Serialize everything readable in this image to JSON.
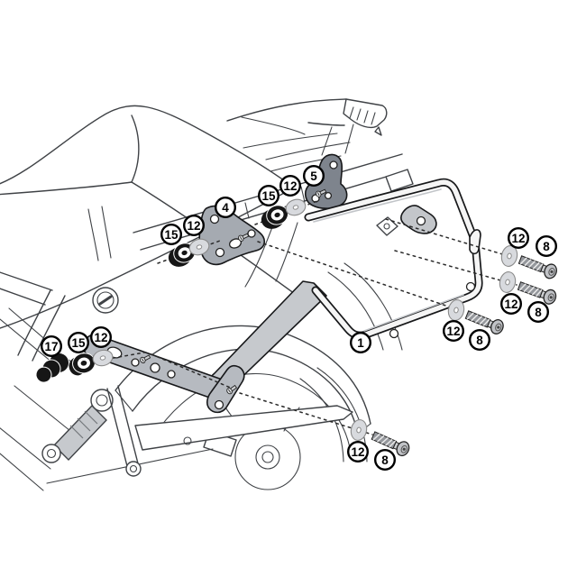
{
  "figure": {
    "description": "Exploded installation diagram: motorcycle side-case rack with numbered fastener callouts"
  },
  "colors": {
    "background": "#ffffff",
    "line": "#3f4246",
    "outline": "#17181a",
    "dash": "#2a2a2a",
    "rack_fill": "#f5f5f5",
    "plate_light": "#b6bac0",
    "plate_mid": "#a5aab1",
    "plate_dark": "#7e848d",
    "washer": "#d8dade",
    "rubber": "#161616",
    "bolt_shaft": "#94979c",
    "bolt_head": "#c0c2c6",
    "metal_shade": "#c6c9cd"
  },
  "callouts": [
    {
      "label": "17",
      "points_to": "end-cap"
    },
    {
      "label": "15",
      "points_to": "rubber-grommet"
    },
    {
      "label": "12",
      "points_to": "washer"
    },
    {
      "label": "15",
      "points_to": "rubber-grommet"
    },
    {
      "label": "12",
      "points_to": "washer"
    },
    {
      "label": "4",
      "points_to": "mounting-plate-front"
    },
    {
      "label": "15",
      "points_to": "rubber-grommet"
    },
    {
      "label": "12",
      "points_to": "washer"
    },
    {
      "label": "5",
      "points_to": "mounting-plate-rear"
    },
    {
      "label": "1",
      "points_to": "side-rack-frame"
    },
    {
      "label": "12",
      "points_to": "washer"
    },
    {
      "label": "8",
      "points_to": "bolt"
    },
    {
      "label": "12",
      "points_to": "washer"
    },
    {
      "label": "8",
      "points_to": "bolt"
    },
    {
      "label": "12",
      "points_to": "washer"
    },
    {
      "label": "8",
      "points_to": "bolt"
    },
    {
      "label": "12",
      "points_to": "washer"
    },
    {
      "label": "8",
      "points_to": "bolt"
    }
  ]
}
